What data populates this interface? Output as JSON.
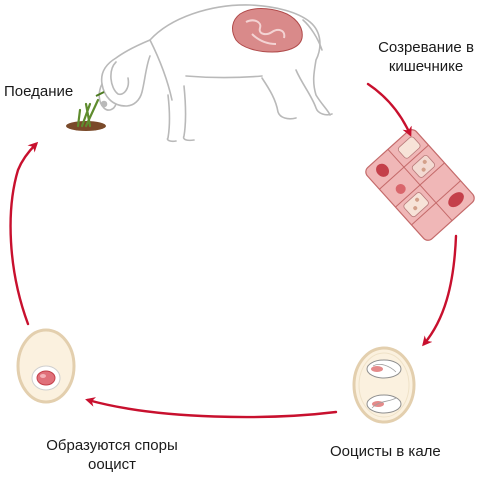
{
  "labels": {
    "ingestion": "Поедание",
    "maturation_line1": "Созревание в",
    "maturation_line2": "кишечнике",
    "oocysts_feces": "Ооцисты в кале",
    "spores_line1": "Образуются споры",
    "spores_line2": "ооцист"
  },
  "colors": {
    "arrow": "#c8102e",
    "outline": "#b9b9b9",
    "tissue": "#e9a2a2",
    "tissue_dark": "#c4404a",
    "egg_fill": "#fbf1df",
    "egg_stroke": "#e3cfae"
  }
}
